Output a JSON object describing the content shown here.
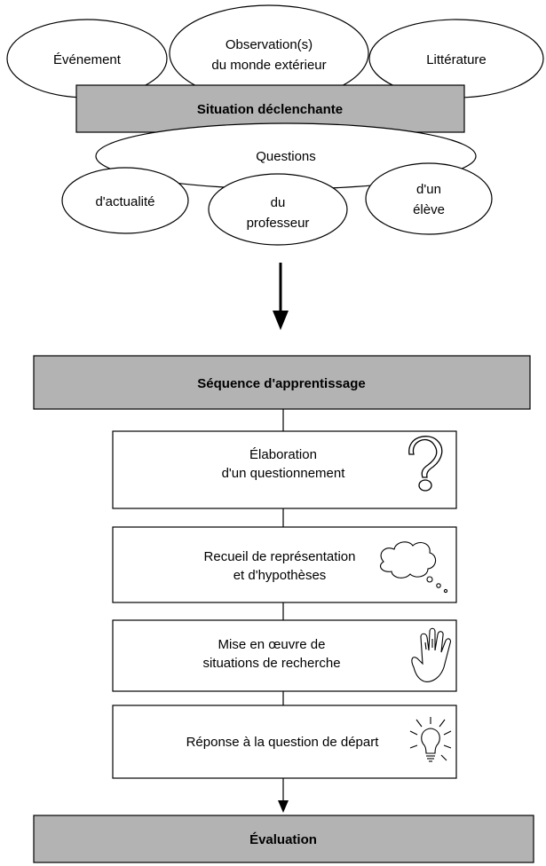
{
  "sources": {
    "evenement": "Événement",
    "observation_line1": "Observation(s)",
    "observation_line2": "du monde extérieur",
    "litterature": "Littérature"
  },
  "situation": {
    "label": "Situation déclenchante"
  },
  "questions": {
    "label": "Questions",
    "actualite": "d'actualité",
    "professeur_line1": "du",
    "professeur_line2": "professeur",
    "eleve_line1": "d'un",
    "eleve_line2": "élève"
  },
  "sequence": {
    "label": "Séquence d'apprentissage"
  },
  "steps": {
    "elaboration_line1": "Élaboration",
    "elaboration_line2": "d'un questionnement",
    "recueil_line1": "Recueil de représentation",
    "recueil_line2": "et d'hypothèses",
    "mise_line1": "Mise en œuvre de",
    "mise_line2": "situations de recherche",
    "reponse": "Réponse à la question de départ"
  },
  "evaluation": {
    "label": "Évaluation"
  },
  "colors": {
    "gray_box": "#b3b3b3",
    "stroke": "#000000",
    "fill": "#ffffff"
  },
  "icons": [
    "question-mark-icon",
    "thought-cloud-icon",
    "hand-icon",
    "light-bulb-icon"
  ]
}
